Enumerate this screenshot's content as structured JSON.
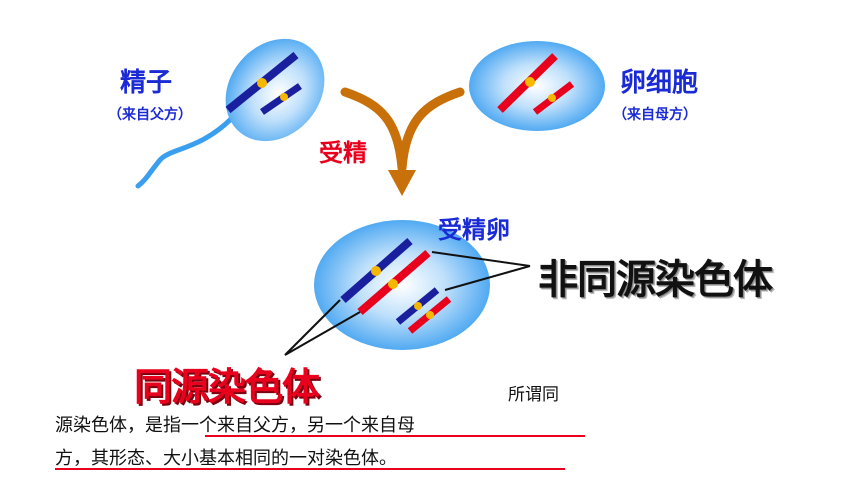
{
  "labels": {
    "sperm_title": "精子",
    "sperm_subtitle": "（来自父方）",
    "egg_title": "卵细胞",
    "egg_subtitle": "（来自母方）",
    "fertilization": "受精",
    "zygote": "受精卵",
    "non_homologous": "非同源染色体",
    "homologous": "同源染色体"
  },
  "definition": {
    "line1": "所谓同",
    "line2": "源染色体，是指一个来自父方，另一个来自母",
    "line3": "方，其形态、大小基本相同的一对染色体。"
  },
  "colors": {
    "paternal_chromosome": "#1a1f9e",
    "maternal_chromosome": "#e8001c",
    "centromere": "#f5b800",
    "cell_fill": "#3b9ff0",
    "arrow": "#c8700a"
  }
}
